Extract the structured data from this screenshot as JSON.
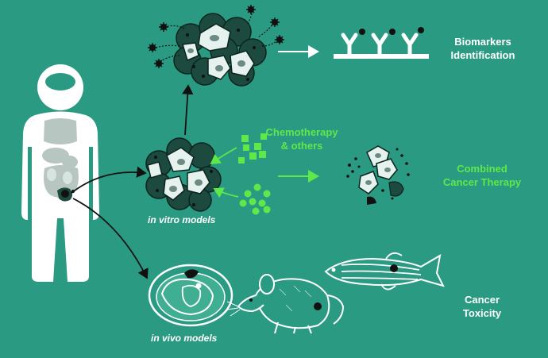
{
  "labels": {
    "biomarkers": "Biomarkers\nIdentification",
    "chemo": "Chemotherapy\n& others",
    "combined": "Combined\nCancer Therapy",
    "toxicity": "Cancer\nToxicity",
    "in_vitro": "in vitro models",
    "in_vivo": "in vivo models"
  },
  "colors": {
    "background": "#2a9a82",
    "accent_green": "#5ee84a",
    "text_white": "#ffffff",
    "cell_dark": "#1c4a3e",
    "cell_light": "#e6f2ee"
  }
}
